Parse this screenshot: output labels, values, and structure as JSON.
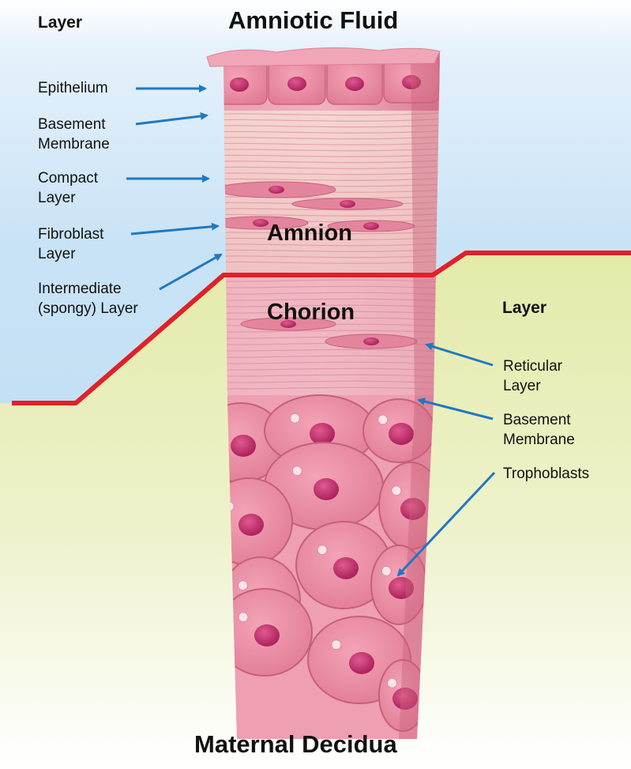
{
  "titles": {
    "top": "Amniotic Fluid",
    "bottom": "Maternal Decidua"
  },
  "regions": {
    "amnion": "Amnion",
    "chorion": "Chorion"
  },
  "left_heading": "Layer",
  "right_heading": "Layer",
  "left_labels": [
    {
      "line1": "Epithelium",
      "line2": ""
    },
    {
      "line1": "Basement",
      "line2": "Membrane"
    },
    {
      "line1": "Compact",
      "line2": "Layer"
    },
    {
      "line1": "Fibroblast",
      "line2": "Layer"
    },
    {
      "line1": "Intermediate",
      "line2": "(spongy) Layer"
    }
  ],
  "right_labels": [
    {
      "line1": "Reticular",
      "line2": "Layer"
    },
    {
      "line1": "Basement",
      "line2": "Membrane"
    },
    {
      "line1": "Trophoblasts",
      "line2": ""
    }
  ],
  "colors": {
    "arrow": "#1f78c1",
    "boundary": "#e0202a",
    "sky": "#cfe6f7",
    "ground": "#e6ecb0",
    "tissue": "#e889a2",
    "nucleus": "#c02a6a"
  }
}
